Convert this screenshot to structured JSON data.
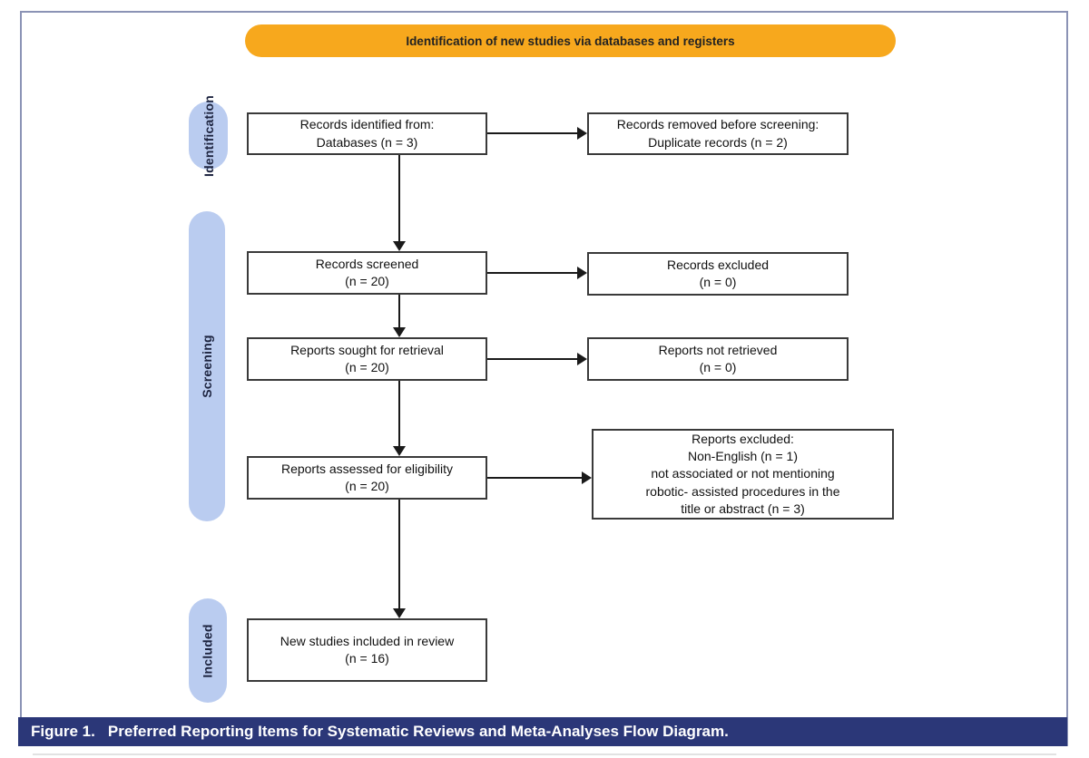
{
  "banner": {
    "label": "Identification of new studies via databases and registers"
  },
  "stages": [
    {
      "label": "Identification"
    },
    {
      "label": "Screening"
    },
    {
      "label": "Included"
    }
  ],
  "flow_boxes": [
    {
      "key": "records-identified",
      "lines": [
        "Records identified from:",
        "Databases (n = 3)"
      ]
    },
    {
      "key": "records-removed",
      "lines": [
        "Records removed before screening:",
        "Duplicate records (n = 2)"
      ]
    },
    {
      "key": "records-screened",
      "lines": [
        "Records screened",
        "(n = 20)"
      ]
    },
    {
      "key": "records-excluded",
      "lines": [
        "Records excluded",
        "(n = 0)"
      ]
    },
    {
      "key": "reports-sought",
      "lines": [
        "Reports sought for retrieval",
        "(n = 20)"
      ]
    },
    {
      "key": "reports-not-retrieved",
      "lines": [
        "Reports not retrieved",
        "(n = 0)"
      ]
    },
    {
      "key": "reports-assessed",
      "lines": [
        "Reports assessed for eligibility",
        "(n = 20)"
      ]
    },
    {
      "key": "reports-excluded",
      "lines": [
        "Reports excluded:",
        "Non-English (n = 1)",
        "not associated or not mentioning",
        "robotic- assisted procedures in the",
        "title or abstract (n = 3)"
      ]
    },
    {
      "key": "new-studies-included",
      "lines": [
        "New studies included in review",
        "(n = 16)"
      ]
    }
  ],
  "caption": {
    "label": "Figure 1.",
    "text": "Preferred Reporting Items for Systematic Reviews and Meta-Analyses Flow Diagram."
  },
  "colors": {
    "banner_bg": "#F7A81D",
    "pill_bg": "#BACCF0",
    "caption_bg": "#2B3778",
    "border_color": "#8B93B5",
    "box_border": "#3A3A3A",
    "arrow_color": "#1A1A1A"
  }
}
